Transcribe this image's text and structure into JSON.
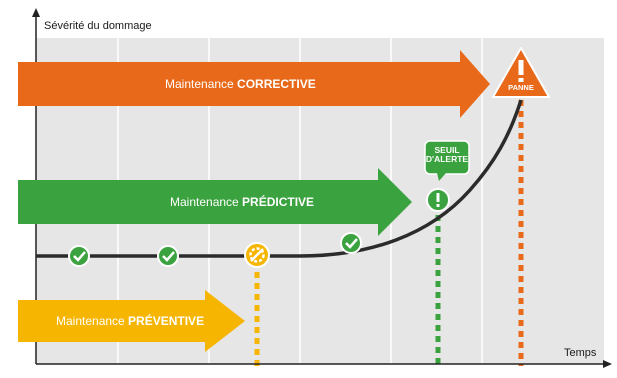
{
  "axes": {
    "y_label": "Sévérité du dommage",
    "x_label": "Temps"
  },
  "arrows": {
    "corrective": {
      "prefix": "Maintenance ",
      "emphasis": "CORRECTIVE",
      "color": "#e8691a"
    },
    "predictive": {
      "prefix": "Maintenance ",
      "emphasis": "PRÉDICTIVE",
      "color": "#3aa23e"
    },
    "preventive": {
      "prefix": "Maintenance ",
      "emphasis": "PRÉVENTIVE",
      "color": "#f6b500"
    }
  },
  "markers": {
    "checks": [
      "check-icon",
      "check-icon",
      "check-icon"
    ],
    "wrench": "wrench-gear-icon",
    "alert": {
      "icon": "exclamation-icon",
      "line1": "SEUIL",
      "line2": "D'ALERTE",
      "color": "#3aa23e"
    },
    "failure": {
      "icon": "warning-triangle-icon",
      "label": "PANNE",
      "color": "#e8691a"
    }
  },
  "colors": {
    "plot_background": "#e6e6e6",
    "curve": "#2b2b2b",
    "grid": "#ffffff"
  }
}
